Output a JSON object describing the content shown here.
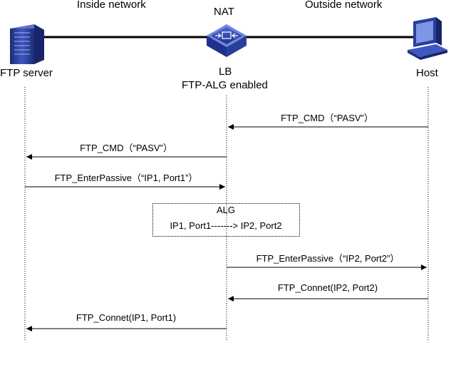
{
  "regions": {
    "inside": "Inside network",
    "outside": "Outside network"
  },
  "devices": {
    "ftp_server": {
      "label": "FTP server",
      "icon": "server-icon"
    },
    "lb": {
      "top_label": "NAT",
      "label": "LB",
      "sublabel": "FTP-ALG enabled",
      "icon": "router-icon"
    },
    "host": {
      "label": "Host",
      "icon": "computer-icon"
    }
  },
  "messages": [
    {
      "text": "FTP_CMD（“PASV”）"
    },
    {
      "text": "FTP_CMD（“PASV”）"
    },
    {
      "text": "FTP_EnterPassive（“IP1, Port1”）"
    },
    {
      "text": "FTP_EnterPassive（“IP2, Port2”）"
    },
    {
      "text": "FTP_Connet(IP2, Port2)"
    },
    {
      "text": "FTP_Connet(IP1, Port1)"
    }
  ],
  "alg": {
    "title": "ALG",
    "mapping": "IP1, Port1-------> IP2, Port2"
  },
  "colors": {
    "device_blue": "#2a3f9a",
    "line": "#000000"
  }
}
